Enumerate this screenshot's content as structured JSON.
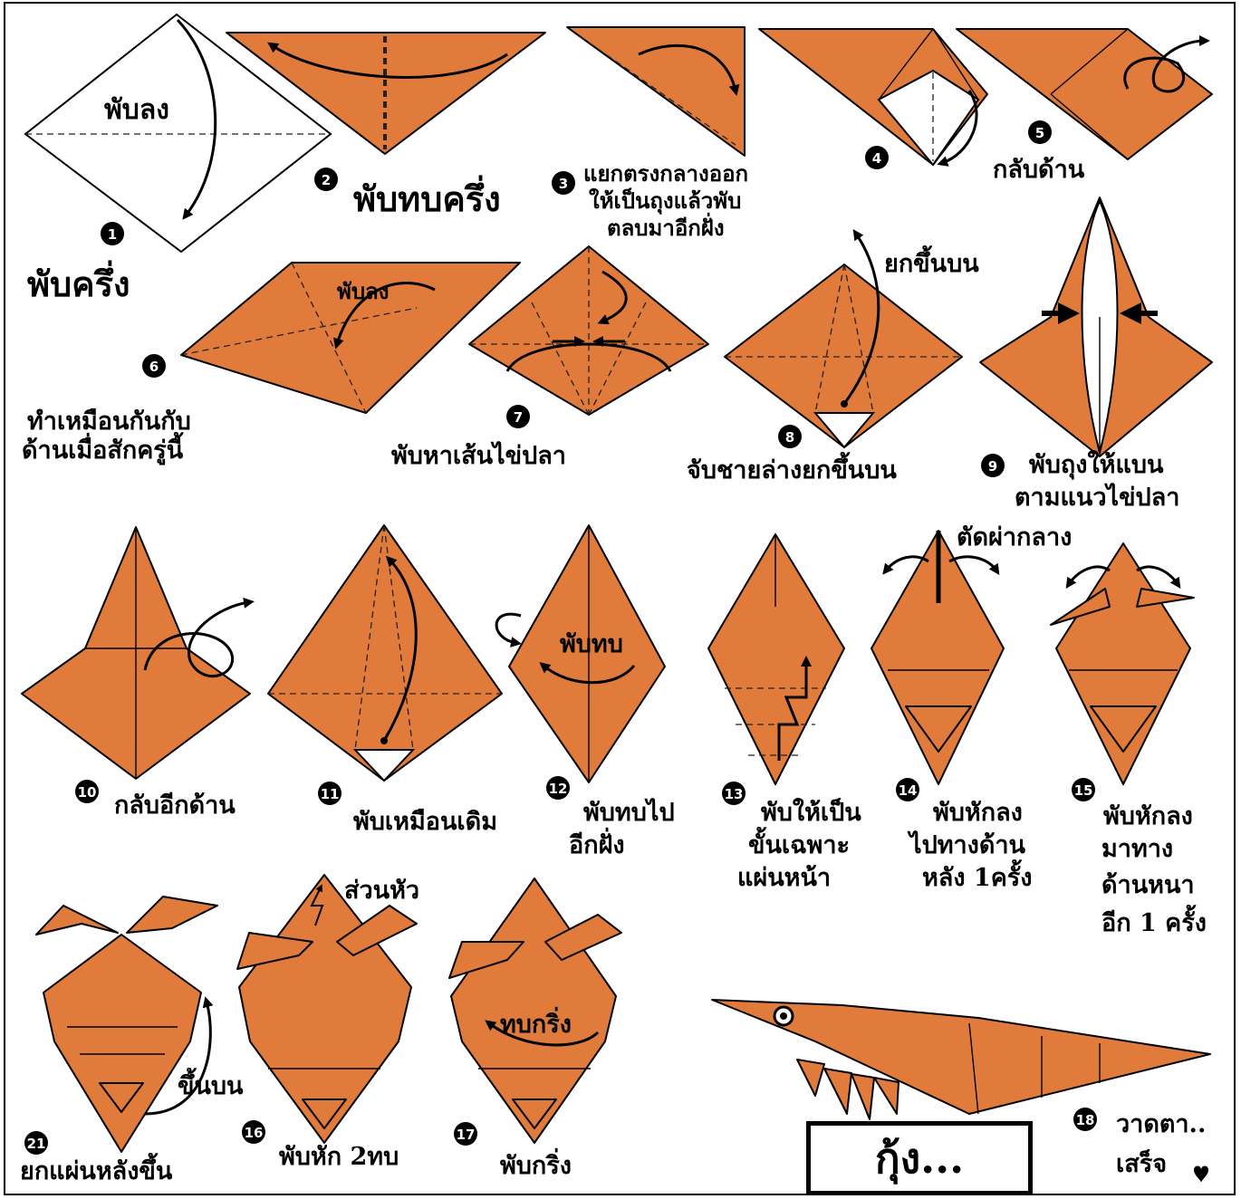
{
  "diagram": {
    "title": "กุ้ง...",
    "steps": [
      {
        "num": "1",
        "lines": [
          "พับลง"
        ],
        "extra": "พับครึ่ง"
      },
      {
        "num": "2",
        "lines": [
          "พับทบครึ่ง"
        ]
      },
      {
        "num": "3",
        "lines": [
          "แยกตรงกลางออก",
          "ให้เป็นถุงแล้วพับ",
          "ตลบมาอีกฝั่ง"
        ]
      },
      {
        "num": "4",
        "lines": []
      },
      {
        "num": "5",
        "lines": [
          "กลับด้าน"
        ]
      },
      {
        "num": "6",
        "lines": [
          "ทำเหมือนกันกับ",
          "ด้านเมื่อสักครู่นี้"
        ],
        "extra": "พับลง"
      },
      {
        "num": "7",
        "lines": [
          "พับหาเส้นไข่ปลา"
        ]
      },
      {
        "num": "8",
        "lines": [
          "จับชายล่างยกขึ้นบน"
        ],
        "extra": "ยกขึ้นบน"
      },
      {
        "num": "9",
        "lines": [
          "พับถุงให้แบน",
          "ตามแนวไข่ปลา"
        ]
      },
      {
        "num": "10",
        "lines": [
          "กลับอีกด้าน"
        ]
      },
      {
        "num": "11",
        "lines": [
          "พับเหมือนเดิม"
        ]
      },
      {
        "num": "12",
        "lines": [
          "พับทบไป",
          "อีกฝั่ง"
        ],
        "extra": "พับทบ"
      },
      {
        "num": "13",
        "lines": [
          "พับให้เป็น",
          "ขั้นเฉพาะ",
          "แผ่นหน้า"
        ]
      },
      {
        "num": "14",
        "lines": [
          "พับหักลง",
          "ไปทางด้าน",
          "หลัง 1ครั้ง"
        ],
        "extra": "ตัดผ่ากลาง"
      },
      {
        "num": "15",
        "lines": [
          "พับหักลง",
          "มาทาง",
          "ด้านหนา",
          "อีก 1 ครั้ง"
        ]
      },
      {
        "num": "16",
        "lines": [
          "พับหัก 2ทบ"
        ],
        "extra": "ส่วนหัว"
      },
      {
        "num": "17",
        "lines": [
          "พับกริ่ง"
        ],
        "extra": "ทบกริ่ง"
      },
      {
        "num": "18",
        "lines": [
          "วาดตา..",
          "เสร็จ"
        ]
      },
      {
        "num": "21",
        "lines": [
          "ยกแผ่นหลังขึ้น"
        ],
        "extra": "ขึ้นบน"
      }
    ]
  },
  "colors": {
    "paper": "#e07b3c",
    "ink": "#000000",
    "background": "#ffffff"
  }
}
